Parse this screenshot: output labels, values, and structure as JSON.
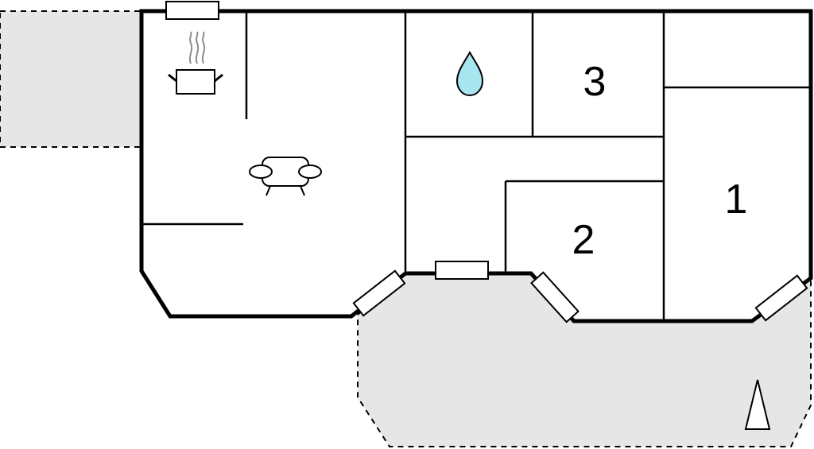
{
  "colors": {
    "wall": "#000000",
    "terrace_fill": "#e6e6e6",
    "water_drop": "#a8e6ef",
    "icon_grey": "#8c8c8c"
  },
  "rooms": {
    "bedroom_1": {
      "number": "1"
    },
    "bedroom_2": {
      "number": "2"
    },
    "bedroom_3": {
      "number": "3"
    }
  },
  "icons": {
    "kitchen": "cooking-pot-icon",
    "living": "sofa-icon",
    "bathroom": "water-drop-icon",
    "north": "north-arrow-icon"
  }
}
